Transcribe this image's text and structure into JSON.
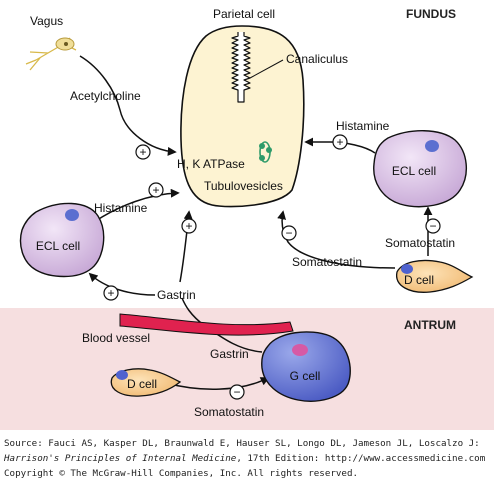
{
  "regions": {
    "fundus": "FUNDUS",
    "antrum": "ANTRUM"
  },
  "labels": {
    "parietal_cell": "Parietal cell",
    "canaliculus": "Canaliculus",
    "vagus": "Vagus",
    "acetylcholine": "Acetylcholine",
    "h_k_atpase": "H, K ATPase",
    "tubulovesicles": "Tubulovesicles",
    "histamine_right": "Histamine",
    "histamine_left": "Histamine",
    "ecl_cell_right": "ECL cell",
    "ecl_cell_left": "ECL cell",
    "somatostatin_right": "Somatostatin",
    "somatostatin_mid": "Somatostatin",
    "somatostatin_bottom": "Somatostatin",
    "d_cell_fundus": "D cell",
    "d_cell_antrum": "D cell",
    "gastrin_upper": "Gastrin",
    "gastrin_lower": "Gastrin",
    "blood_vessel": "Blood vessel",
    "g_cell": "G cell"
  },
  "signs": {
    "stimulate": "+",
    "inhibit": "−"
  },
  "colors": {
    "antrum_band": "#f6dfe0",
    "parietal_fill": "#fdf3d2",
    "ecl_fill": "#dcc6e6",
    "ecl_nucleus": "#5b6fd0",
    "d_cell_fill": "#f7cf98",
    "d_cell_nucleus": "#4f62cf",
    "g_cell_fill": "#6e7fd6",
    "blood_vessel": "#e0224f",
    "vagus_neuron": "#e8d27a",
    "atpase_green": "#2e9b6a"
  },
  "credits": {
    "source": "Source: Fauci AS, Kasper DL, Braunwald E, Hauser SL, Longo DL, Jameson JL, Loscalzo J:",
    "book_title": "Harrison's Principles of Internal Medicine",
    "book_rest": ", 17th Edition: http://www.accessmedicine.com",
    "copyright": "Copyright © The McGraw-Hill Companies, Inc. All rights reserved."
  }
}
